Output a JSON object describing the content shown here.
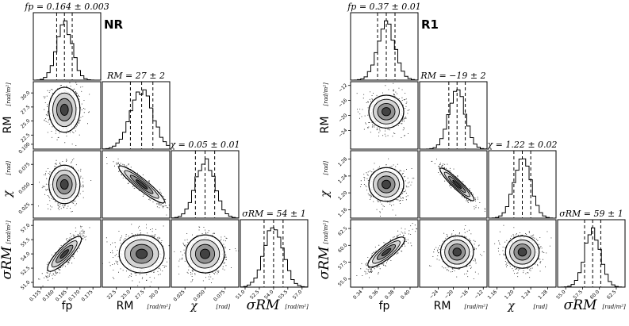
{
  "chart_data": [
    {
      "type": "corner",
      "tag": "NR",
      "params": [
        {
          "key": "fp",
          "axis_label": "fp",
          "unit": "",
          "title": "fp = 0.164 ± 0.003",
          "median": 0.164,
          "sigma": 0.003,
          "range": [
            0.152,
            0.178
          ],
          "ticks": [
            "0.155",
            "0.160",
            "0.165",
            "0.170",
            "0.175"
          ]
        },
        {
          "key": "RM",
          "axis_label": "RM",
          "unit": "[rad/m²]",
          "title": "RM = 27 ± 2",
          "median": 27,
          "sigma": 2,
          "range": [
            20.0,
            32.0
          ],
          "ticks": [
            "22.5",
            "25.0",
            "27.5",
            "30.0"
          ]
        },
        {
          "key": "chi",
          "axis_label": "χ",
          "unit": "[rad]",
          "title": "χ = 0.05 ± 0.01",
          "median": 0.05,
          "sigma": 0.012,
          "range": [
            0.008,
            0.092
          ],
          "ticks": [
            "0.025",
            "0.050",
            "0.075"
          ]
        },
        {
          "key": "sigmaRM",
          "axis_label": "σRM",
          "unit": "[rad/m²]",
          "title": "σRM = 54 ± 1",
          "median": 54,
          "sigma": 1.0,
          "range": [
            50.5,
            57.6
          ],
          "ticks": [
            "51.0",
            "52.5",
            "54.0",
            "55.5",
            "57.0"
          ]
        }
      ],
      "y_ticks": {
        "RM": [
          "22.5",
          "25.0",
          "27.5",
          "30.0"
        ],
        "chi": [
          "0.025",
          "0.050",
          "0.075",
          "0.100"
        ],
        "sigmaRM": [
          "51.0",
          "52.5",
          "54.0",
          "55.5",
          "57.0"
        ]
      },
      "correlations": {
        "RM-fp": 0.0,
        "chi-fp": 0.0,
        "chi-RM": -0.93,
        "sigmaRM-fp": 0.85,
        "sigmaRM-RM": 0.0,
        "sigmaRM-chi": 0.0
      }
    },
    {
      "type": "corner",
      "tag": "R1",
      "params": [
        {
          "key": "fp",
          "axis_label": "fp",
          "unit": "",
          "title": "fp = 0.37 ± 0.01",
          "median": 0.37,
          "sigma": 0.011,
          "range": [
            0.325,
            0.41
          ],
          "ticks": [
            "0.34",
            "0.36",
            "0.38",
            "0.40"
          ]
        },
        {
          "key": "RM",
          "axis_label": "RM",
          "unit": "[rad/m²]",
          "title": "RM = −19 ± 2",
          "median": -19,
          "sigma": 2.2,
          "range": [
            -29.0,
            -11.0
          ],
          "ticks": [
            "−24",
            "−20",
            "−16",
            "−12"
          ]
        },
        {
          "key": "chi",
          "axis_label": "χ",
          "unit": "[rad]",
          "title": "χ = 1.22 ± 0.02",
          "median": 1.22,
          "sigma": 0.02,
          "range": [
            1.14,
            1.3
          ],
          "ticks": [
            "1.16",
            "1.20",
            "1.24",
            "1.28"
          ]
        },
        {
          "key": "sigmaRM",
          "axis_label": "σRM",
          "unit": "[rad/m²]",
          "title": "σRM = 59 ± 1",
          "median": 59,
          "sigma": 1.2,
          "range": [
            53.8,
            63.8
          ],
          "ticks": [
            "55.0",
            "57.5",
            "60.0",
            "62.5"
          ]
        }
      ],
      "y_ticks": {
        "RM": [
          "−24",
          "−20",
          "−16",
          "−12"
        ],
        "chi": [
          "1.16",
          "1.20",
          "1.24",
          "1.28"
        ],
        "sigmaRM": [
          "55.0",
          "57.5",
          "60.0",
          "62.5"
        ]
      },
      "correlations": {
        "RM-fp": 0.0,
        "chi-fp": 0.0,
        "chi-RM": -0.93,
        "sigmaRM-fp": 0.85,
        "sigmaRM-RM": 0.0,
        "sigmaRM-chi": 0.0
      }
    }
  ]
}
